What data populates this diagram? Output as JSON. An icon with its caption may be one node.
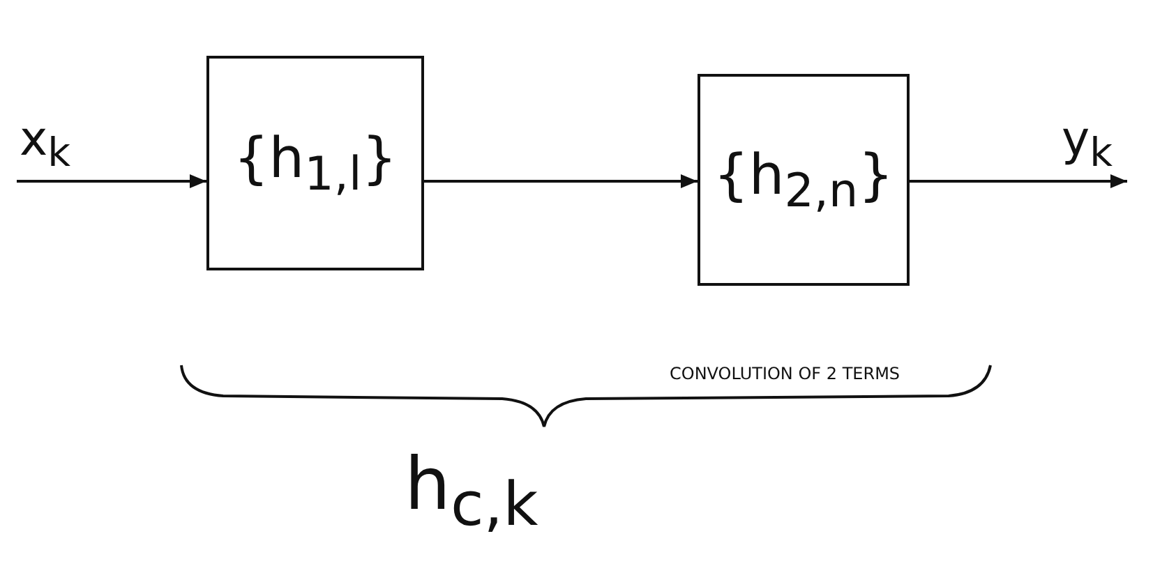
{
  "diagram": {
    "nodes": [
      {
        "text": [
          "{h$_{1,l}$}"
        ]
      },
      {
        "text": [
          "{h$_{2,n}$}"
        ]
      }
    ],
    "edges": [
      {
        "from": null,
        "to": 0,
        "arrow": "to",
        "label": "x$_{k}$"
      },
      {
        "from": 0,
        "to": 1,
        "arrow": "to"
      },
      {
        "from": 1,
        "to": null,
        "arrow": "to",
        "label": "y$_{k}$"
      }
    ],
    "labels": [
      "CONVOLUTION OF 2 TERMS",
      "h$_{c,k}$"
    ]
  }
}
